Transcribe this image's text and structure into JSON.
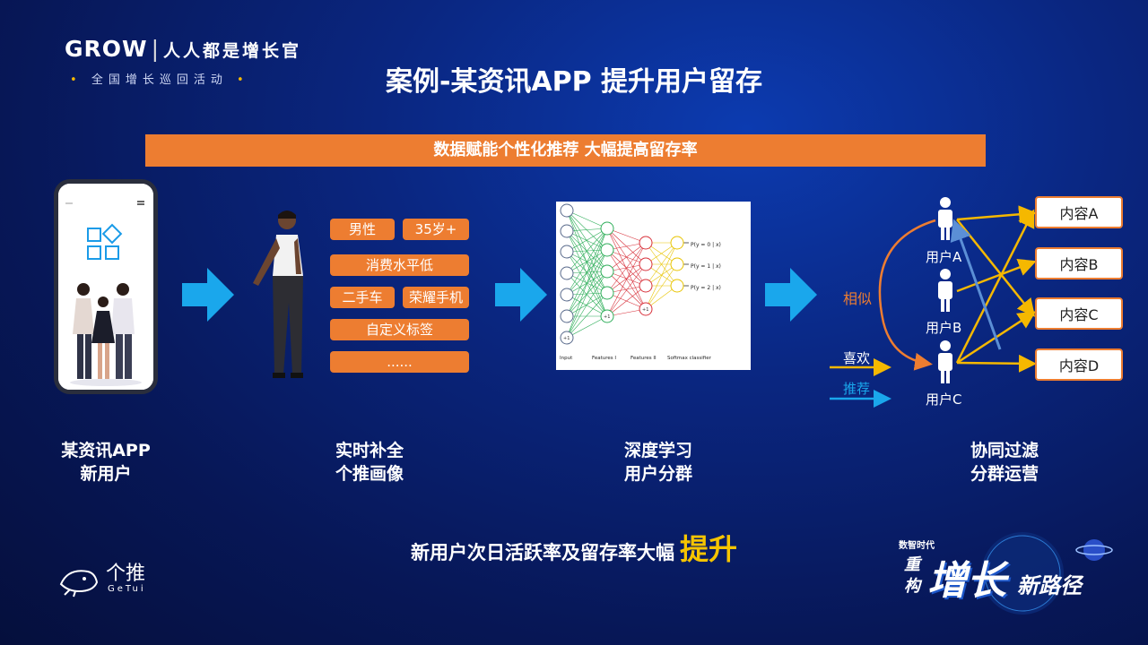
{
  "header": {
    "grow_brand": "GROW",
    "brand_cn": "人人都是增长官",
    "subtitle": "全国增长巡回活动"
  },
  "title": "案例-某资讯APP 提升用户留存",
  "banner": "数据赋能个性化推荐 大幅提高留存率",
  "tags": [
    "男性",
    "35岁+",
    "消费水平低",
    "二手车",
    "荣耀手机",
    "自定义标签",
    "......"
  ],
  "neural_net": {
    "outputs": [
      "P(y = 0 | x)",
      "P(y = 1 | x)",
      "P(y = 2 | x)"
    ],
    "layer_labels": [
      "Input",
      "Features I",
      "Features II",
      "Softmax classifier"
    ],
    "bias_label": "+1"
  },
  "collab": {
    "users": [
      "用户A",
      "用户B",
      "用户C"
    ],
    "contents": [
      "内容A",
      "内容B",
      "内容C",
      "内容D"
    ],
    "similar_label": "相似",
    "like_label": "喜欢",
    "recommend_label": "推荐"
  },
  "captions": [
    {
      "line1": "某资讯APP",
      "line2": "新用户"
    },
    {
      "line1": "实时补全",
      "line2": "个推画像"
    },
    {
      "line1": "深度学习",
      "line2": "用户分群"
    },
    {
      "line1": "协同过滤",
      "line2": "分群运营"
    }
  ],
  "bottom": {
    "text": "新用户次日活跃率及留存率大幅",
    "highlight": "提升"
  },
  "getui": {
    "cn": "个推",
    "en": "GeTui"
  },
  "event_badge": {
    "small": "数智时代",
    "line_a": "重",
    "line_b": "构",
    "big": "增长",
    "tail": "新路径"
  },
  "colors": {
    "orange": "#ed7d31",
    "arrow_blue": "#1aa7ec",
    "gold": "#f5c400"
  }
}
